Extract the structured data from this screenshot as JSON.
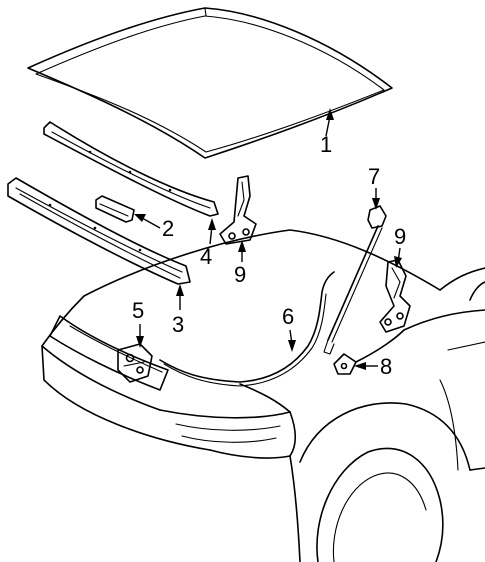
{
  "callouts": [
    {
      "id": "1",
      "label": "1"
    },
    {
      "id": "2",
      "label": "2"
    },
    {
      "id": "3",
      "label": "3"
    },
    {
      "id": "4",
      "label": "4"
    },
    {
      "id": "5",
      "label": "5"
    },
    {
      "id": "6",
      "label": "6"
    },
    {
      "id": "7",
      "label": "7"
    },
    {
      "id": "8",
      "label": "8"
    },
    {
      "id": "9a",
      "label": "9"
    },
    {
      "id": "9b",
      "label": "9"
    }
  ]
}
